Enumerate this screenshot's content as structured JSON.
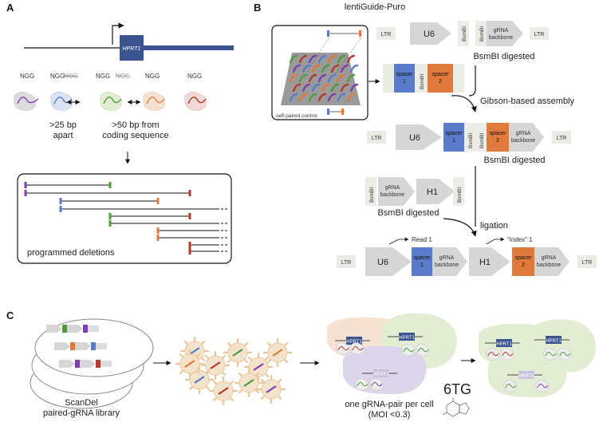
{
  "panels": {
    "a": "A",
    "b": "B",
    "c": "C"
  },
  "panel_a": {
    "gene": "HPRT1",
    "pam_sites": [
      "NGG",
      "NGG",
      "NGG",
      "NGG",
      "NGG",
      "NGG"
    ],
    "pam_struck": "NGG",
    "apart_label": ">25 bp\napart",
    "apart_line1": ">25 bp",
    "apart_line2": "apart",
    "coding_line1": ">50 bp from",
    "coding_line2": "coding sequence",
    "deletions_label": "programmed deletions"
  },
  "panel_b": {
    "lentiguide": "lentiGuide-Puro",
    "ltr": "LTR",
    "u6": "U6",
    "h1": "H1",
    "bsmbi": "BsmBI",
    "grna": "gRNA",
    "backbone": "backbone",
    "spacer": "spacer",
    "spacer1_num": "1",
    "spacer2_num": "2",
    "bsmbi_digested": "BsmBI digested",
    "gibson": "Gibson-based assembly",
    "ligation": "ligation",
    "read1": "Read 1",
    "index1": "“Index” 1",
    "self_paired": "self-paired control"
  },
  "panel_c": {
    "library_line1": "ScanDel",
    "library_line2": "paired-gRNA library",
    "cell_line1": "one gRNA-pair per cell",
    "cell_line2": "(MOI <0.3)",
    "drug": "6TG",
    "gene": "HPRT1"
  },
  "colors": {
    "hprt_box": "#3b5490",
    "blue_spacer": "#5a7bc9",
    "orange_spacer": "#e07a3c",
    "green": "#4f9b3a",
    "red": "#b53a32",
    "purple": "#7d3fb0",
    "arrow_gray": "#d6d6d6",
    "ltr_fill": "#ecece6",
    "cell_green": "#e3edd4",
    "cell_purple": "#ddd6ea",
    "virus": "#e9c79a"
  }
}
